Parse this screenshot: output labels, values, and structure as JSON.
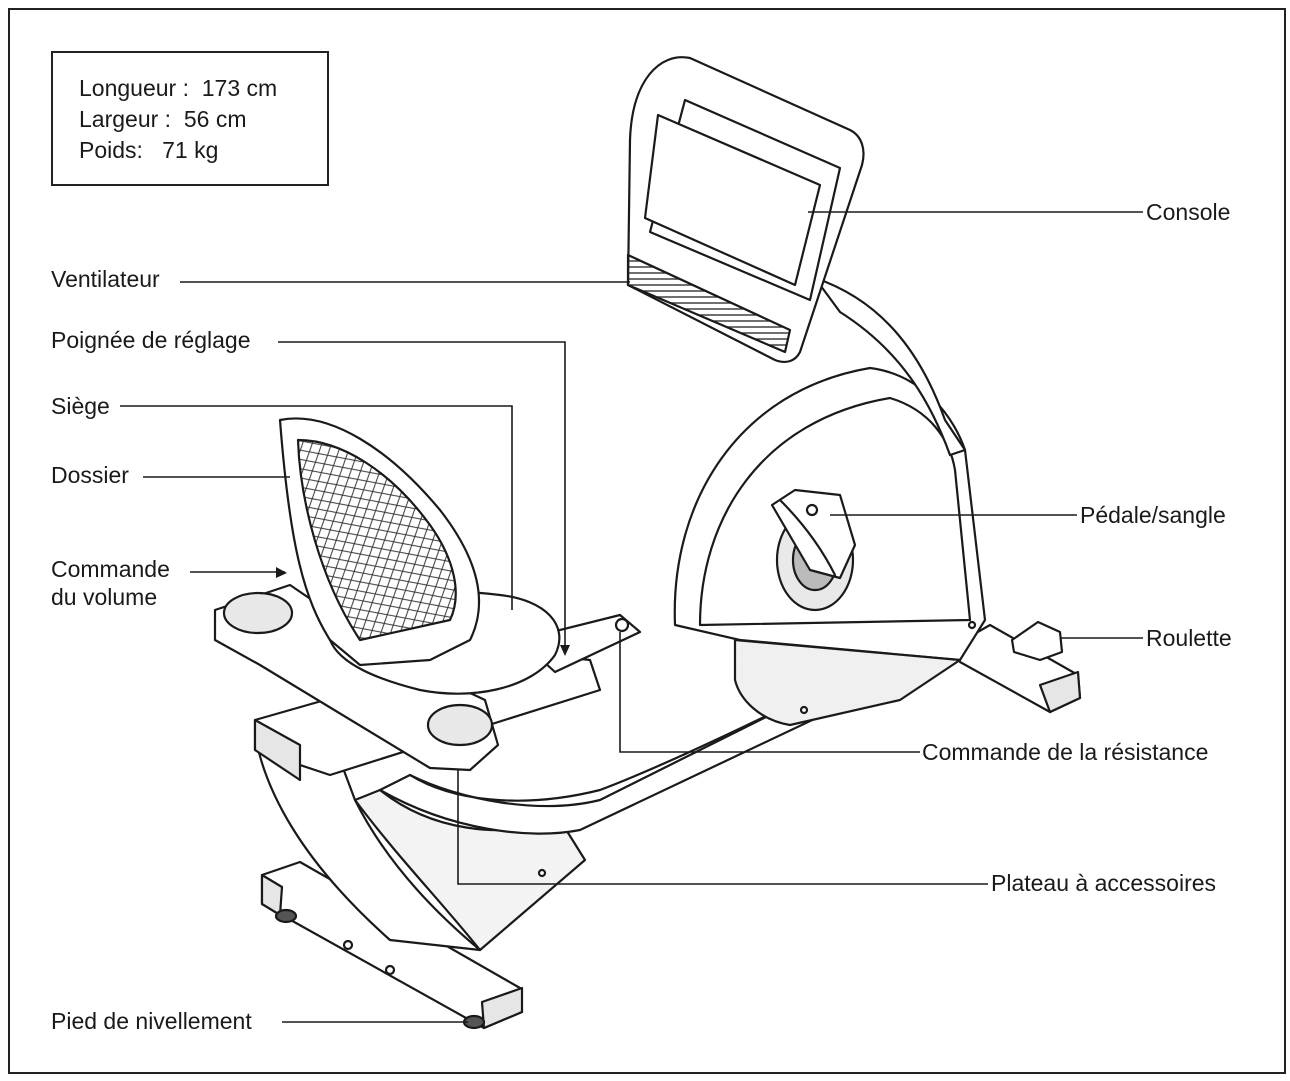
{
  "specs": {
    "length": {
      "label": "Longueur :",
      "value": "173 cm"
    },
    "width": {
      "label": "Largeur :",
      "value": "56 cm"
    },
    "weight": {
      "label": "Poids:",
      "value": "71 kg"
    }
  },
  "labels": {
    "console": "Console",
    "fan": "Ventilateur",
    "adjust_handle": "Poignée de réglage",
    "seat": "Siège",
    "backrest": "Dossier",
    "volume_line1": "Commande",
    "volume_line2": "du volume",
    "pedal": "Pédale/sangle",
    "wheel": "Roulette",
    "resistance": "Commande de la résistance",
    "tray": "Plateau à accessoires",
    "leveling_foot": "Pied de nivellement"
  },
  "colors": {
    "line": "#1a1a1a",
    "shade": "#bdbdbd",
    "screen": "#ffffff"
  }
}
